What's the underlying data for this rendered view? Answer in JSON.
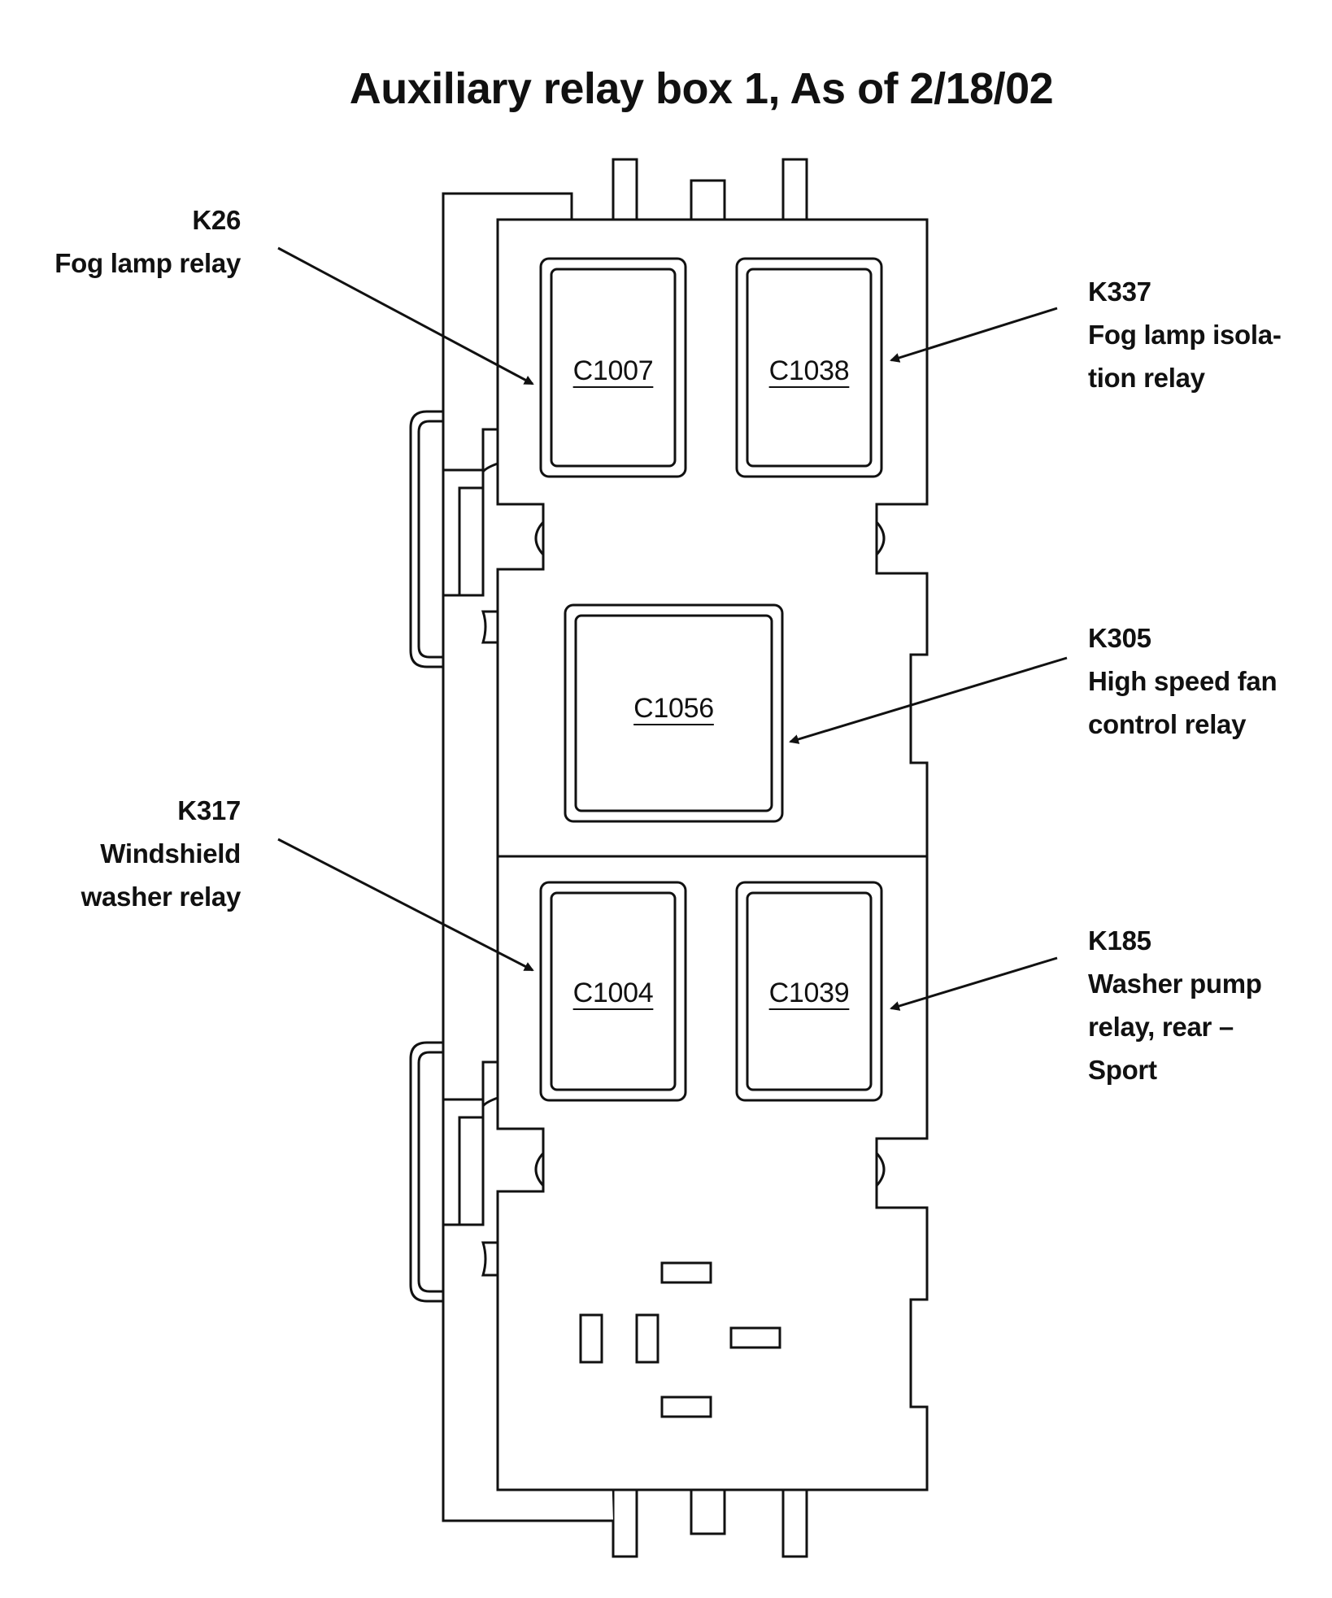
{
  "title": "Auxiliary relay box 1, As of 2/18/02",
  "relays": [
    {
      "connector": "C1007"
    },
    {
      "connector": "C1038"
    },
    {
      "connector": "C1056"
    },
    {
      "connector": "C1004"
    },
    {
      "connector": "C1039"
    }
  ],
  "callouts": [
    {
      "code": "K26",
      "lines": [
        "Fog lamp relay"
      ]
    },
    {
      "code": "K337",
      "lines": [
        "Fog lamp isola-",
        "tion relay"
      ]
    },
    {
      "code": "K305",
      "lines": [
        "High speed fan",
        "control relay"
      ]
    },
    {
      "code": "K317",
      "lines": [
        "Windshield",
        "washer relay"
      ]
    },
    {
      "code": "K185",
      "lines": [
        "Washer pump",
        "relay, rear –",
        "Sport"
      ]
    }
  ]
}
